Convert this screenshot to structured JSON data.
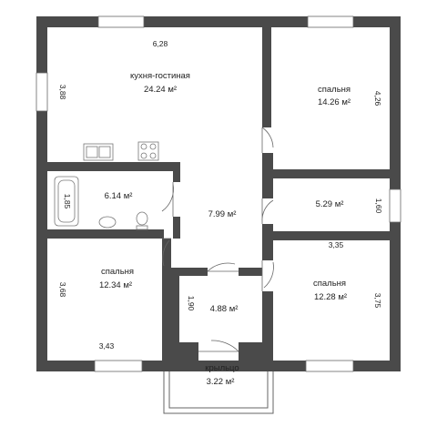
{
  "rooms": {
    "kitchen_living": {
      "name": "кухня-гостиная",
      "area": "24.24 м²",
      "width": "6,28",
      "height": "3,88"
    },
    "bedroom_top_right": {
      "name": "спальня",
      "area": "14.26 м²",
      "height": "4,26"
    },
    "bathroom": {
      "area": "6.14 м²",
      "height": "1,85"
    },
    "hall": {
      "area": "7.99 м²"
    },
    "storage": {
      "area": "5.29 м²",
      "height": "1,60",
      "width": "3,35"
    },
    "bedroom_bottom_left": {
      "name": "спальня",
      "area": "12.34 м²",
      "height": "3,68",
      "width": "3,43"
    },
    "vestibule": {
      "area": "4.88 м²",
      "height": "1,90"
    },
    "bedroom_bottom_right": {
      "name": "спальня",
      "area": "12.28 м²",
      "height": "3,75"
    },
    "porch": {
      "name": "крыльцо",
      "area": "3.22 м²"
    }
  },
  "colors": {
    "wall": "#4a4a4a",
    "background": "#ffffff"
  }
}
